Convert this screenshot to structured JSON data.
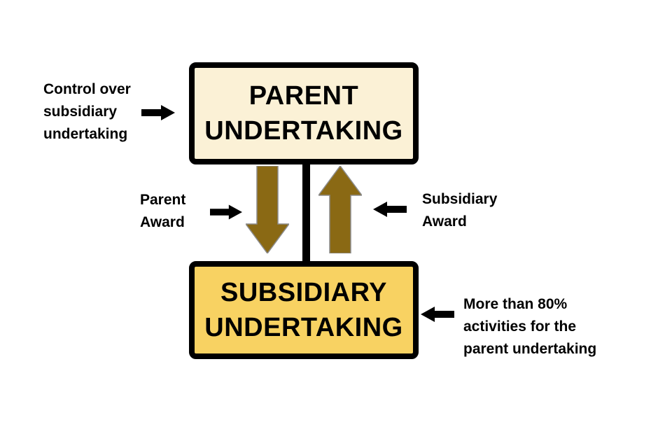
{
  "colors": {
    "canvas-bg": "#ffffff",
    "box-border": "#000000",
    "parent-box-fill": "#FBF1D6",
    "subsidiary-box-fill": "#F8D262",
    "flow-arrow-fill": "#8A6914",
    "flow-arrow-stroke": "#8C8C8C",
    "label-arrow-fill": "#000000",
    "text-color": "#000000"
  },
  "diagram": {
    "parent_box": {
      "label": "PARENT UNDERTAKING"
    },
    "subsidiary_box": {
      "label": "SUBSIDIARY UNDERTAKING"
    },
    "annotations": {
      "control": {
        "label": "Control over\nsubsidiary\nundertaking",
        "arrow_icon": "right-arrow-icon"
      },
      "parent_award": {
        "label": "Parent\nAward",
        "arrow_icon": "right-arrow-icon"
      },
      "subsidiary_award": {
        "label": "Subsidiary\nAward",
        "arrow_icon": "left-arrow-icon"
      },
      "more_than_80": {
        "label": "More than 80%\nactivities for the\nparent undertaking",
        "arrow_icon": "left-arrow-icon"
      }
    },
    "flows": {
      "parent_to_subsidiary_icon": "down-arrow-icon",
      "subsidiary_to_parent_icon": "up-arrow-icon",
      "connector": "parent-subsidiary-link-line"
    }
  }
}
